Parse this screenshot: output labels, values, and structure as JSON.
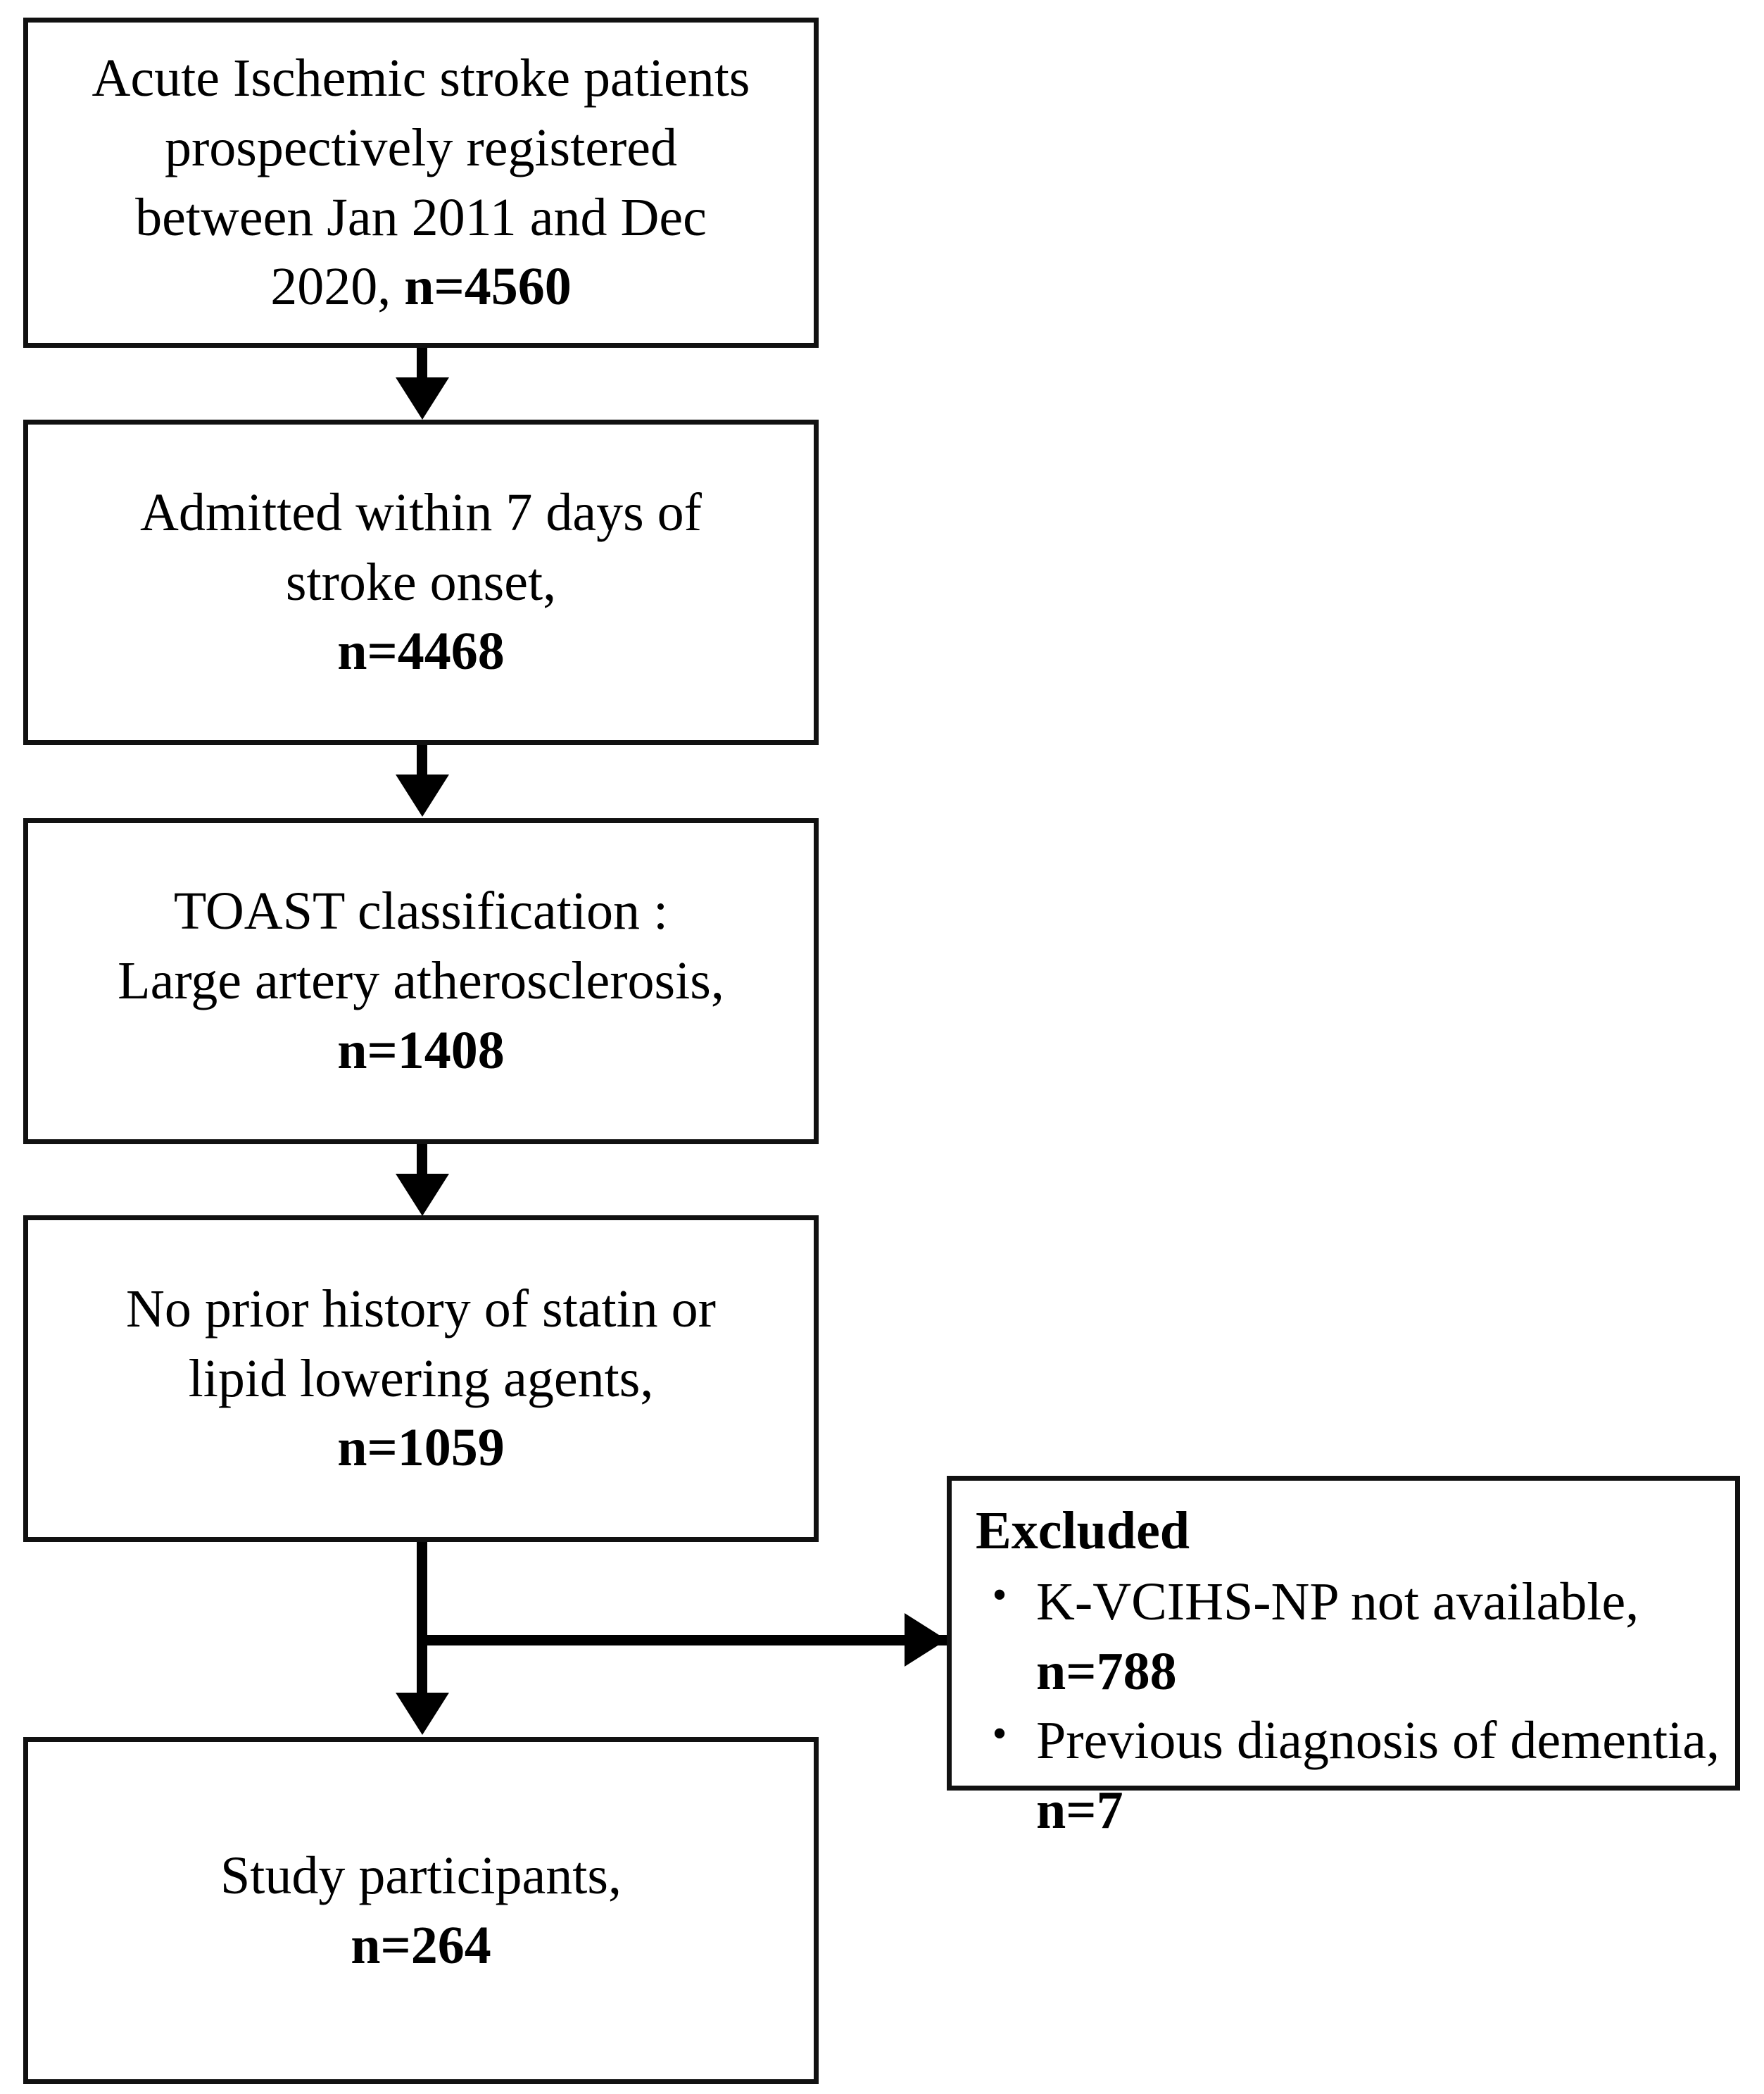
{
  "figure": {
    "type": "study-flow-diagram",
    "colors": {
      "line": "#000000",
      "border": "#111111",
      "background": "#ffffff"
    }
  },
  "boxes": {
    "registered": {
      "lines": [
        "Acute Ischemic stroke patients",
        "prospectively registered",
        "between Jan 2011  and Dec"
      ],
      "last_line_prefix": "2020, ",
      "count": "n=4560"
    },
    "admitted": {
      "lines": [
        "Admitted within 7 days of",
        "stroke onset,"
      ],
      "count": "n=4468"
    },
    "toast": {
      "lines": [
        "TOAST classification :",
        "Large artery atherosclerosis,"
      ],
      "count": "n=1408"
    },
    "nostatin": {
      "lines": [
        "No prior history of statin or",
        "lipid lowering agents,"
      ],
      "count": "n=1059"
    },
    "study": {
      "lines": [
        "Study participants,"
      ],
      "count": "n=264"
    },
    "excluded": {
      "title": "Excluded",
      "bullet_glyph": "•",
      "items": [
        {
          "text": "K-VCIHS-NP  not available,",
          "count": "n=788"
        },
        {
          "text": "Previous diagnosis of dementia,",
          "count": "n=7"
        }
      ]
    }
  },
  "connectors": [
    {
      "name": "registered-to-admitted",
      "direction": "down"
    },
    {
      "name": "admitted-to-toast",
      "direction": "down"
    },
    {
      "name": "toast-to-nostatin",
      "direction": "down"
    },
    {
      "name": "nostatin-to-study",
      "direction": "down"
    },
    {
      "name": "nostatin-to-excluded",
      "direction": "right"
    }
  ]
}
